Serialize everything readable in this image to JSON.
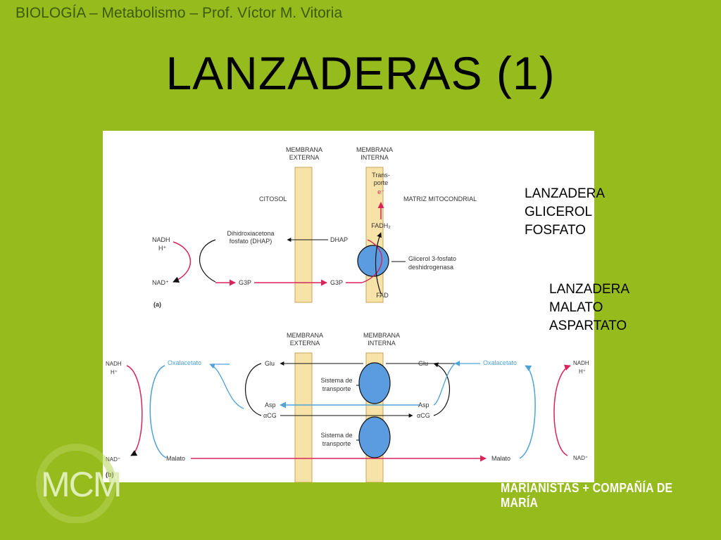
{
  "header": {
    "text": "BIOLOGÍA – Metabolismo – Prof. Víctor M. Vitoria"
  },
  "title": "LANZADERAS (1)",
  "panel_a": {
    "membrana_externa": [
      "MEMBRANA",
      "EXTERNA"
    ],
    "membrana_interna": [
      "MEMBRANA",
      "INTERNA"
    ],
    "transporte": [
      "Trans-",
      "porte",
      "e⁻"
    ],
    "citosol": "CITOSOL",
    "matriz": "MATRIZ MITOCONDRIAL",
    "dihidroxi": [
      "Dihidroxiacetona",
      "fosfato (DHAP)"
    ],
    "dhap": "DHAP",
    "fadh2": "FADH₂",
    "nadh": "NADH",
    "hplus": "H⁺",
    "nadplus": "NAD⁺",
    "g3p_left": "G3P",
    "g3p_right": "G3P",
    "fad": "FAD",
    "enzyme": [
      "Glicerol 3-fosfato",
      "deshidrogenasa"
    ],
    "panel_label": "(a)"
  },
  "panel_b": {
    "membrana_externa": [
      "MEMBRANA",
      "EXTERNA"
    ],
    "membrana_interna": [
      "MEMBRANA",
      "INTERNA"
    ],
    "nadh_left": "NADH",
    "hplus_left": "H⁺",
    "nadplus_left": "NAD⁺",
    "oxalacetato_left": "Oxalacetato",
    "oxalacetato_right": "Oxalacetato",
    "nadh_right": "NADH",
    "hplus_right": "H⁺",
    "nadplus_right": "NAD⁺",
    "glu_left": "Glu",
    "glu_right": "Glu",
    "asp_left": "Asp",
    "asp_right": "Asp",
    "acg_left": "αCG",
    "acg_right": "αCG",
    "malato_left": "Malato",
    "malato_right": "Malato",
    "sistema1": [
      "Sistema de",
      "transporte"
    ],
    "sistema2": [
      "Sistema de",
      "transporte"
    ],
    "panel_label": "(b)"
  },
  "side_labels": {
    "a": [
      "LANZADERA",
      "GLICEROL",
      "FOSFATO"
    ],
    "b": [
      "LANZADERA",
      "MALATO",
      "ASPARTATO"
    ]
  },
  "logo": {
    "text": "MCM"
  },
  "footer_brand": "MARIANISTAS + COMPAÑÍA DE MARÍA",
  "colors": {
    "background": "#95bb1c",
    "membrane": "#f7e2a8",
    "enzyme": "#5b9be0",
    "red_arrow": "#d8245a",
    "blue_arrow": "#4ea2d8"
  }
}
